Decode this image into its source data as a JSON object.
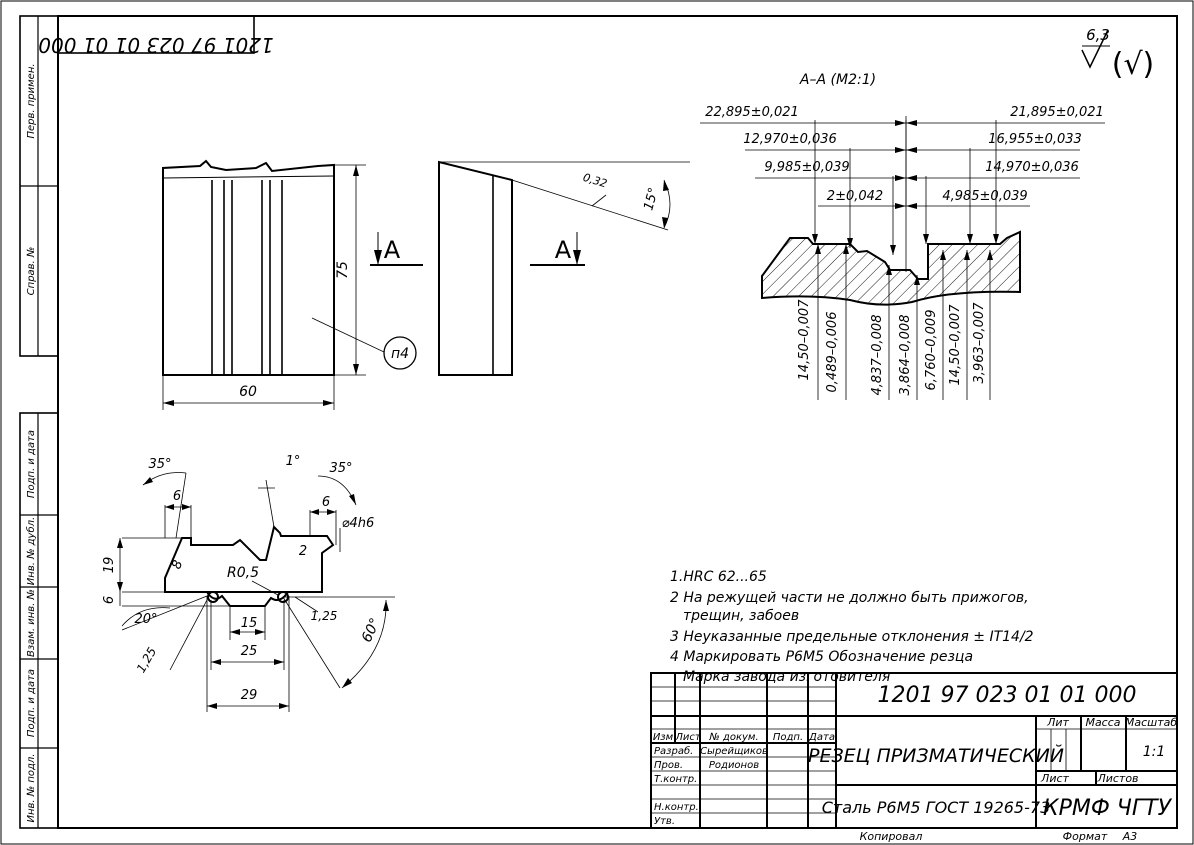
{
  "side_strip": {
    "perv_primen": "Перв. примен.",
    "sprav": "Справ. №",
    "podp_data_1": "Подп. и дата",
    "inv_dubl": "Инв. № дубл.",
    "vzam_inv": "Взам. инв. №",
    "podp_data_2": "Подп. и дата",
    "inv_podl": "Инв. № подл."
  },
  "top_code_mirrored": "1201 97 023 01 01 000",
  "roughness": {
    "value": "6,3",
    "mark": "(√)"
  },
  "view1": {
    "dim_height": "75",
    "dim_width": "60",
    "balloon": "п4"
  },
  "section_markers": {
    "left": "А",
    "right": "А"
  },
  "view2": {
    "dim_032": "0,32",
    "angle": "15°"
  },
  "section": {
    "title": "А–А (М2:1)",
    "dims_top": [
      "22,895±0,021",
      "12,970±0,036",
      "9,985±0,039",
      "2±0,042"
    ],
    "dims_right": [
      "21,895±0,021",
      "16,955±0,033",
      "14,970±0,036",
      "4,985±0,039"
    ],
    "dims_bottom": [
      "14,50–0,007",
      "0,489–0,006",
      "4,837–0,008",
      "3,864–0,008",
      "6,760–0,009",
      "14,50–0,007",
      "3,963–0,007"
    ]
  },
  "profile": {
    "angle_35_left": "35°",
    "angle_1": "1°",
    "angle_35_right": "35°",
    "dim_6_left": "6",
    "dim_6_right": "6",
    "dim_19": "19",
    "dim_8": "8",
    "dim_R05": "R0,5",
    "dim_2": "2",
    "dim_phi": "⌀4h6",
    "dim_6_v": "6",
    "dim_20": "20°",
    "dim_125_left": "1,25",
    "dim_125_right": "1,25",
    "dim_15": "15",
    "dim_25": "25",
    "dim_29": "29",
    "dim_60": "60°"
  },
  "notes": [
    "1.HRC 62...65",
    "2 На режущей части не должно быть прижогов,",
    "трещин, забоев",
    "3 Неуказанные предельные отклонения ± IT14/2",
    "4 Маркировать Р6М5 Обозначение резца",
    "Марка завода изготовителя"
  ],
  "title_block": {
    "designation": "1201 97 023 01 01 000",
    "name": "РЕЗЕЦ ПРИЗМАТИЧЕСКИЙ",
    "material": "Сталь Р6М5 ГОСТ 19265-73",
    "org": "КРМФ ЧГТУ",
    "header": {
      "izm": "Изм",
      "list": "Лист",
      "ndok": "№ докум.",
      "podp": "Подп.",
      "data": "Дата"
    },
    "roles": [
      "Разраб.",
      "Пров.",
      "Т.контр.",
      "",
      "Н.контр.",
      "Утв."
    ],
    "names": [
      "Сырейщиков",
      "Родионов"
    ],
    "lit": "Лит",
    "massa": "Масса",
    "masshtab": "Масштаб",
    "scale_value": "1:1",
    "list_label": "Лист",
    "listov_label": "Листов",
    "kopiroval": "Копировал",
    "format": "Формат",
    "format_value": "А3"
  }
}
